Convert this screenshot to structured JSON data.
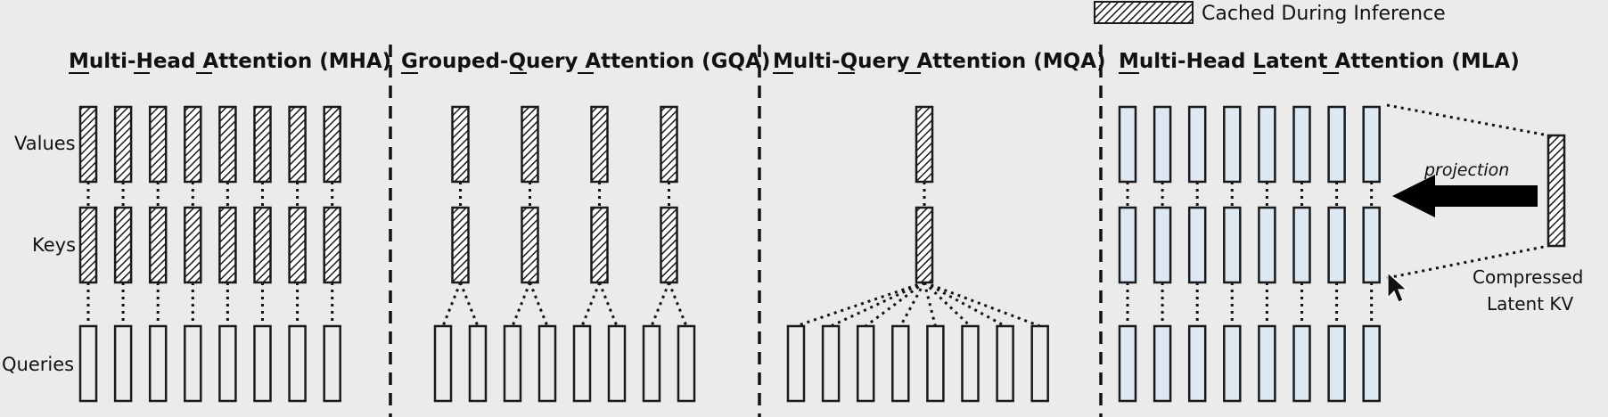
{
  "legend": {
    "label": "Cached During Inference",
    "pattern": "hatched"
  },
  "row_labels": {
    "values": "Values",
    "keys": "Keys",
    "queries": "Queries"
  },
  "panels": [
    {
      "id": "mha",
      "title": "Multi-Head Attention (MHA)",
      "initials": [
        "M",
        "H",
        "A"
      ],
      "value_heads": 8,
      "key_heads": 8,
      "query_heads": 8,
      "kv_cached": true
    },
    {
      "id": "gqa",
      "title": "Grouped-Query Attention (GQA)",
      "initials": [
        "G",
        "Q",
        "A"
      ],
      "value_heads": 4,
      "key_heads": 4,
      "query_heads": 8,
      "kv_cached": true
    },
    {
      "id": "mqa",
      "title": "Multi-Query Attention (MQA)",
      "initials": [
        "M",
        "Q",
        "A"
      ],
      "value_heads": 1,
      "key_heads": 1,
      "query_heads": 8,
      "kv_cached": true
    },
    {
      "id": "mla",
      "title": "Multi-Head Latent Attention (MLA)",
      "initials": [
        "M",
        "L",
        "A"
      ],
      "value_heads": 8,
      "key_heads": 8,
      "query_heads": 8,
      "kv_cached": false
    }
  ],
  "mla_extras": {
    "projection_label": "projection",
    "latent_label_line1": "Compressed",
    "latent_label_line2": "Latent KV"
  },
  "colors": {
    "background": "#ebebeb",
    "outline": "#1a1a1a",
    "uncached_fill": "#dde8f2",
    "query_fill": "#ebebeb",
    "arrow": "#000000"
  }
}
